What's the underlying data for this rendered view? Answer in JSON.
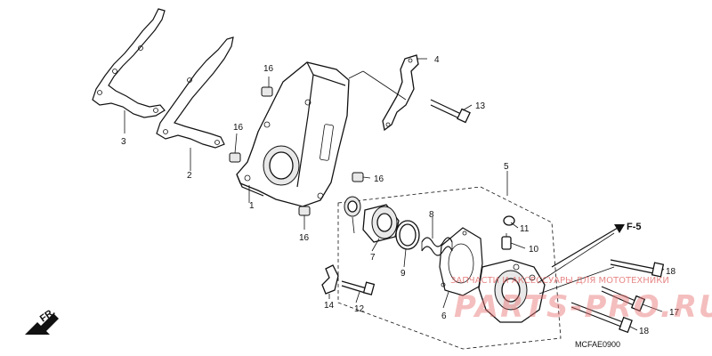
{
  "diagram": {
    "callouts": [
      "1",
      "2",
      "3",
      "4",
      "5",
      "6",
      "7",
      "8",
      "9",
      "10",
      "11",
      "12",
      "13",
      "14",
      "16",
      "16",
      "16",
      "16",
      "17",
      "18",
      "18"
    ],
    "ref_f5": "F-5",
    "fr_label": "FR.",
    "figure_code": "MCFAE0900",
    "watermark_text": "ЗАПЧАСТИ И АКСЕССУАРЫ ДЛЯ МОТОТЕХНИКИ",
    "watermark_logo": "PARTS-PRO.RU"
  }
}
